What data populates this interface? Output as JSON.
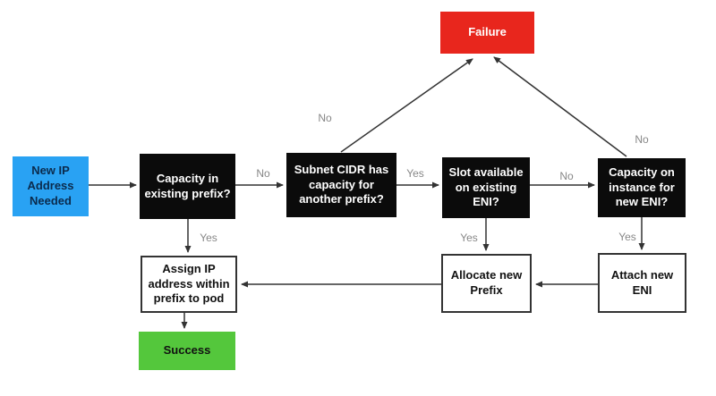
{
  "diagram": {
    "type": "flowchart",
    "nodes": {
      "start": {
        "label": "New IP Address Needed",
        "kind": "start",
        "fill": "#29a2f3",
        "text_color": "#0b2b4d"
      },
      "q_capacity_prefix": {
        "label": "Capacity in existing prefix?",
        "kind": "decision",
        "fill": "#0b0b0b",
        "text_color": "#ffffff"
      },
      "q_subnet_cidr": {
        "label": "Subnet CIDR has capacity for another prefix?",
        "kind": "decision",
        "fill": "#0b0b0b",
        "text_color": "#ffffff"
      },
      "q_slot_eni": {
        "label": "Slot available on existing ENI?",
        "kind": "decision",
        "fill": "#0b0b0b",
        "text_color": "#ffffff"
      },
      "q_capacity_instance": {
        "label": "Capacity on instance for new ENI?",
        "kind": "decision",
        "fill": "#0b0b0b",
        "text_color": "#ffffff"
      },
      "failure": {
        "label": "Failure",
        "kind": "terminal",
        "fill": "#e8261d",
        "text_color": "#ffffff"
      },
      "assign_ip": {
        "label": "Assign IP address within prefix to pod",
        "kind": "process",
        "fill": "#ffffff",
        "text_color": "#111111"
      },
      "allocate_prefix": {
        "label": "Allocate new Prefix",
        "kind": "process",
        "fill": "#ffffff",
        "text_color": "#111111"
      },
      "attach_eni": {
        "label": "Attach new ENI",
        "kind": "process",
        "fill": "#ffffff",
        "text_color": "#111111"
      },
      "success": {
        "label": "Success",
        "kind": "terminal",
        "fill": "#54c73c",
        "text_color": "#111111"
      }
    },
    "edge_labels": {
      "q1_no": "No",
      "q2_yes": "Yes",
      "q3_no": "No",
      "q1_yes": "Yes",
      "q3_yes": "Yes",
      "q4_yes": "Yes",
      "q2_no": "No",
      "q4_no": "No"
    },
    "edges": [
      {
        "from": "start",
        "to": "q_capacity_prefix",
        "label": ""
      },
      {
        "from": "q_capacity_prefix",
        "to": "q_subnet_cidr",
        "label": "No"
      },
      {
        "from": "q_subnet_cidr",
        "to": "q_slot_eni",
        "label": "Yes"
      },
      {
        "from": "q_slot_eni",
        "to": "q_capacity_instance",
        "label": "No"
      },
      {
        "from": "q_capacity_prefix",
        "to": "assign_ip",
        "label": "Yes"
      },
      {
        "from": "q_slot_eni",
        "to": "allocate_prefix",
        "label": "Yes"
      },
      {
        "from": "q_capacity_instance",
        "to": "attach_eni",
        "label": "Yes"
      },
      {
        "from": "q_subnet_cidr",
        "to": "failure",
        "label": "No"
      },
      {
        "from": "q_capacity_instance",
        "to": "failure",
        "label": "No"
      },
      {
        "from": "attach_eni",
        "to": "allocate_prefix",
        "label": ""
      },
      {
        "from": "allocate_prefix",
        "to": "assign_ip",
        "label": ""
      },
      {
        "from": "assign_ip",
        "to": "success",
        "label": ""
      }
    ],
    "colors": {
      "start_fill": "#29a2f3",
      "question_fill": "#0b0b0b",
      "failure_fill": "#e8261d",
      "success_fill": "#54c73c",
      "process_fill": "#ffffff",
      "process_border": "#333333",
      "edge_label_text": "#878787",
      "arrow": "#333333"
    }
  }
}
